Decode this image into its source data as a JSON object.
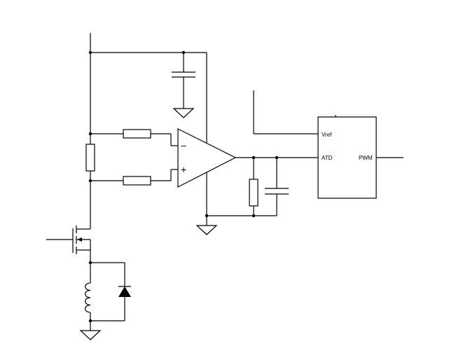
{
  "mcu": {
    "pin_vref": "Vref",
    "pin_atd": "ATD",
    "pin_pwm": "PWM"
  },
  "opamp": {
    "minus_sign": "−",
    "plus_sign": "+"
  },
  "components": {
    "icons": [
      "capacitor-icon",
      "resistor-icon",
      "op-amp-icon",
      "ground-icon",
      "mosfet-icon",
      "inductor-icon",
      "diode-icon",
      "microcontroller-block"
    ]
  }
}
